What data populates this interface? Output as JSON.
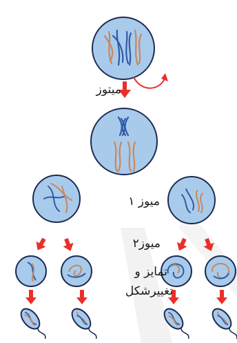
{
  "labels": {
    "mitosis": "میتوز",
    "meiosis1": "میوز ۱",
    "meiosis2": "میوز۲",
    "differentiation_line1": "تمایز و",
    "differentiation_line2": "تغییرشکل"
  },
  "colors": {
    "cell_fill": "#a9cbeb",
    "cell_stroke": "#1d2b52",
    "chromosome_blue": "#2f5aa8",
    "chromosome_orange": "#c9875a",
    "arrow_red": "#e8302a",
    "watermark": "#f1f1f1"
  },
  "icons": [
    "cell-icon",
    "down-arrow-icon",
    "curved-arrow-icon",
    "sperm-icon"
  ]
}
